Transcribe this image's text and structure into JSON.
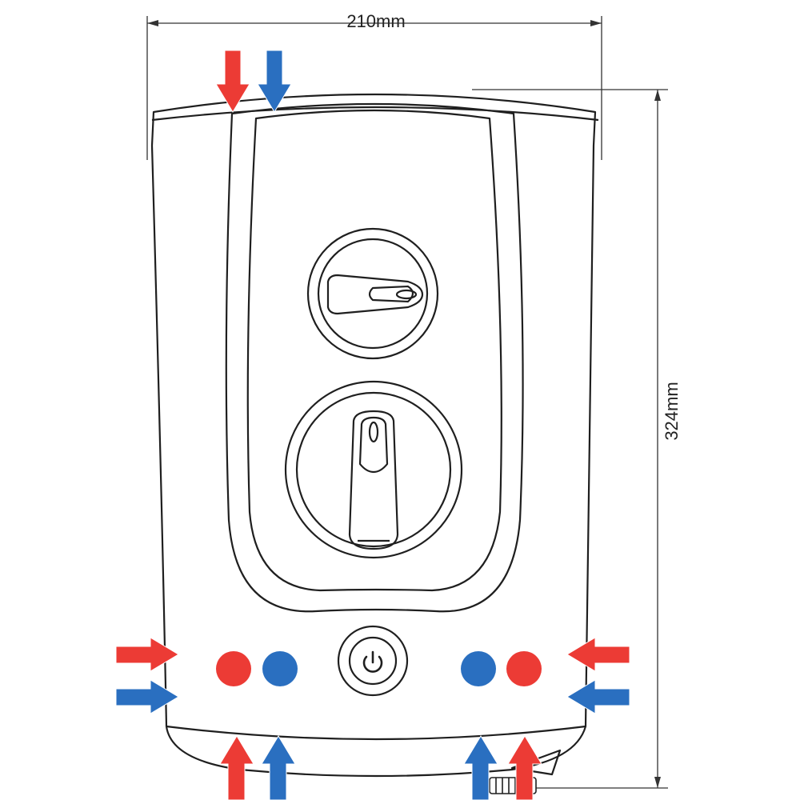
{
  "dimensions": {
    "width": "210mm",
    "height": "324mm"
  },
  "colors": {
    "hot": "#ec3b35",
    "cold": "#2a6fc0",
    "outline": "#1f1f1f",
    "dimension_line": "#333333",
    "background": "#ffffff"
  },
  "icons": {
    "power_button": "power-icon",
    "flow_arrows": "arrow-icon",
    "connection_points": "inlet-dot"
  }
}
